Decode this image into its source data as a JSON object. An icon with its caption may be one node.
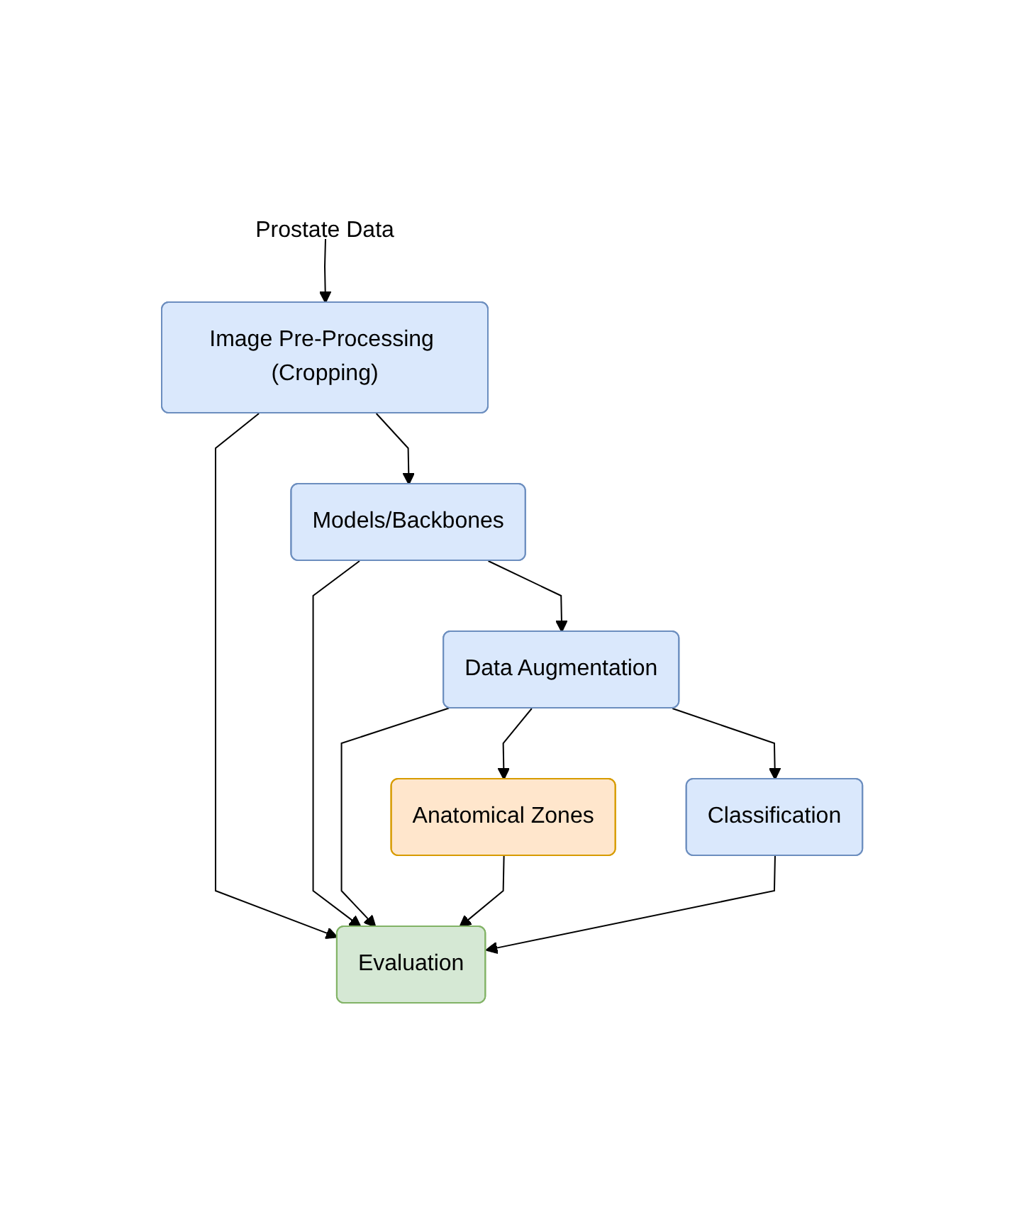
{
  "diagram": {
    "nodes": [
      {
        "text": [
          "Prostate Data"
        ]
      },
      {
        "text": [
          "Image Pre-Processing (Cropping)"
        ]
      },
      {
        "text": [
          "Models/Backbones"
        ]
      },
      {
        "text": [
          "Evaluation"
        ]
      },
      {
        "text": [
          "Data Augmentation"
        ]
      },
      {
        "text": [
          "Anatomical Zones"
        ]
      },
      {
        "text": [
          "Classification"
        ]
      }
    ],
    "edges": [
      {
        "from": 0,
        "to": 1,
        "arrow": "to"
      },
      {
        "from": 1,
        "to": 2,
        "arrow": "to"
      },
      {
        "from": 1,
        "to": 3,
        "arrow": "to"
      },
      {
        "from": 2,
        "to": 3,
        "arrow": "to"
      },
      {
        "from": 2,
        "to": 4,
        "arrow": "to"
      },
      {
        "from": 4,
        "to": 3,
        "arrow": "to"
      },
      {
        "from": 4,
        "to": 5,
        "arrow": "to"
      },
      {
        "from": 4,
        "to": 6,
        "arrow": "to"
      },
      {
        "from": 5,
        "to": 3,
        "arrow": "to"
      },
      {
        "from": 6,
        "to": 3,
        "arrow": "to"
      }
    ]
  }
}
